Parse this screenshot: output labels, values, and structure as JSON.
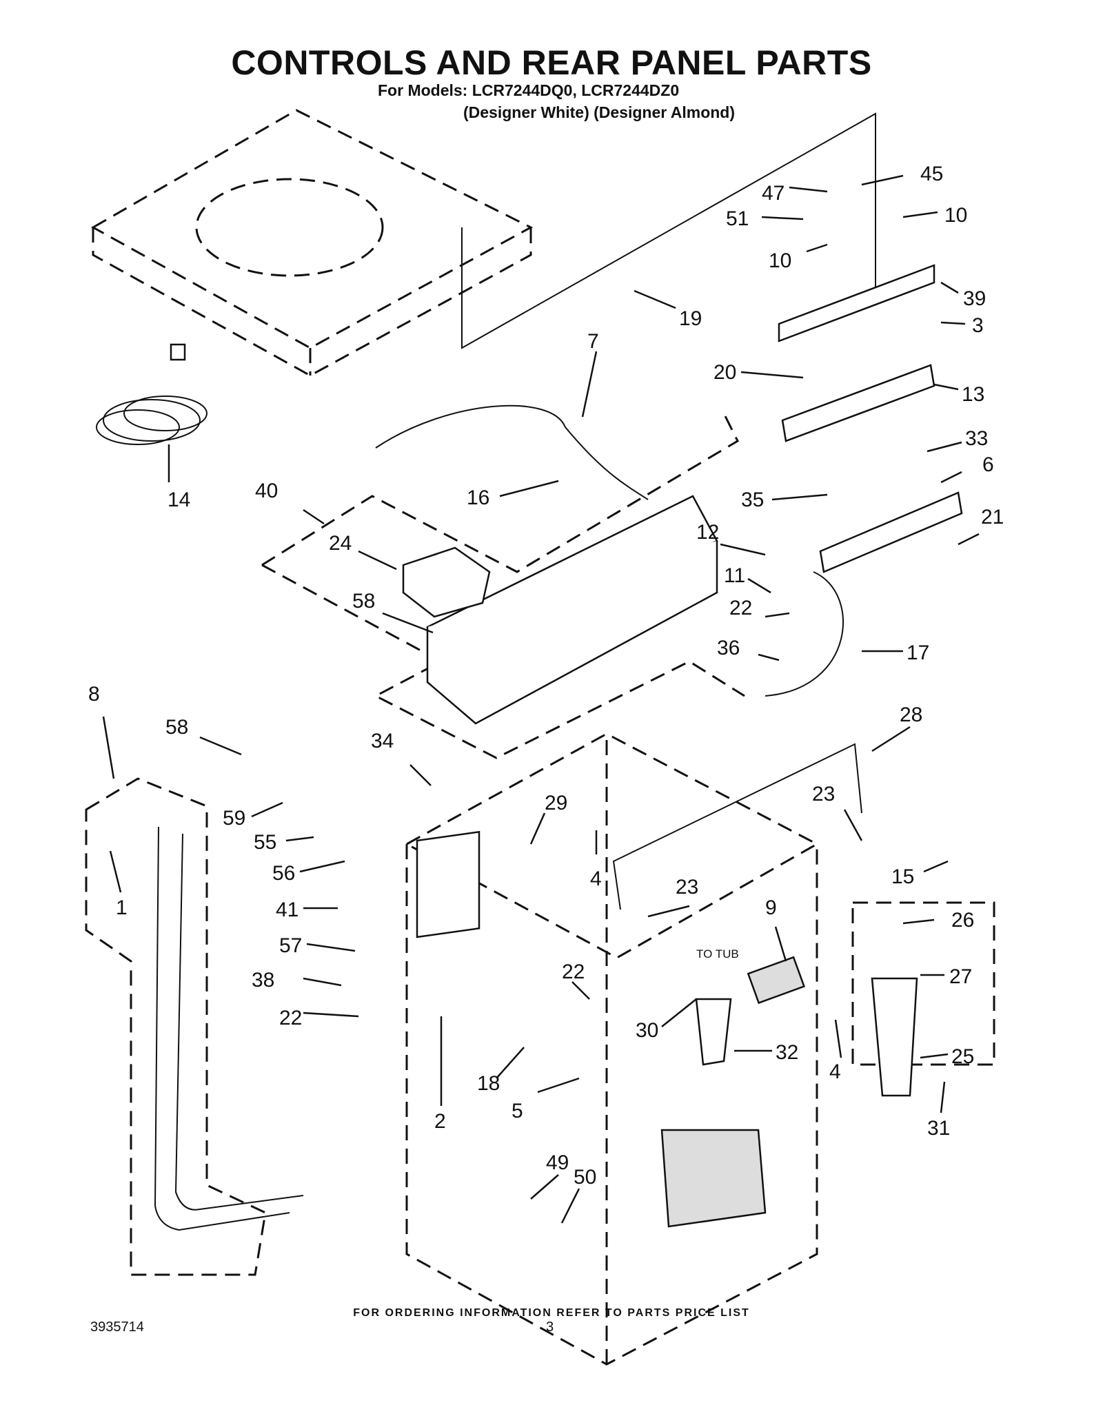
{
  "header": {
    "title": "CONTROLS AND REAR PANEL PARTS",
    "models": "For Models: LCR7244DQ0, LCR7244DZ0",
    "colors": "(Designer White)  (Designer Almond)"
  },
  "footer": {
    "ordering_note": "FOR ORDERING INFORMATION REFER TO PARTS PRICE LIST",
    "document_number": "3935714",
    "page_number": "3"
  },
  "diagram": {
    "annotation": "TO TUB",
    "callouts": [
      "45",
      "47",
      "10",
      "51",
      "10",
      "39",
      "19",
      "3",
      "20",
      "13",
      "7",
      "33",
      "6",
      "14",
      "16",
      "35",
      "40",
      "21",
      "24",
      "12",
      "58",
      "11",
      "22",
      "36",
      "17",
      "8",
      "34",
      "28",
      "58",
      "59",
      "29",
      "23",
      "55",
      "23",
      "15",
      "56",
      "4",
      "9",
      "41",
      "26",
      "57",
      "38",
      "22",
      "27",
      "22",
      "30",
      "32",
      "25",
      "18",
      "4",
      "5",
      "2",
      "49",
      "50",
      "31",
      "1"
    ]
  }
}
